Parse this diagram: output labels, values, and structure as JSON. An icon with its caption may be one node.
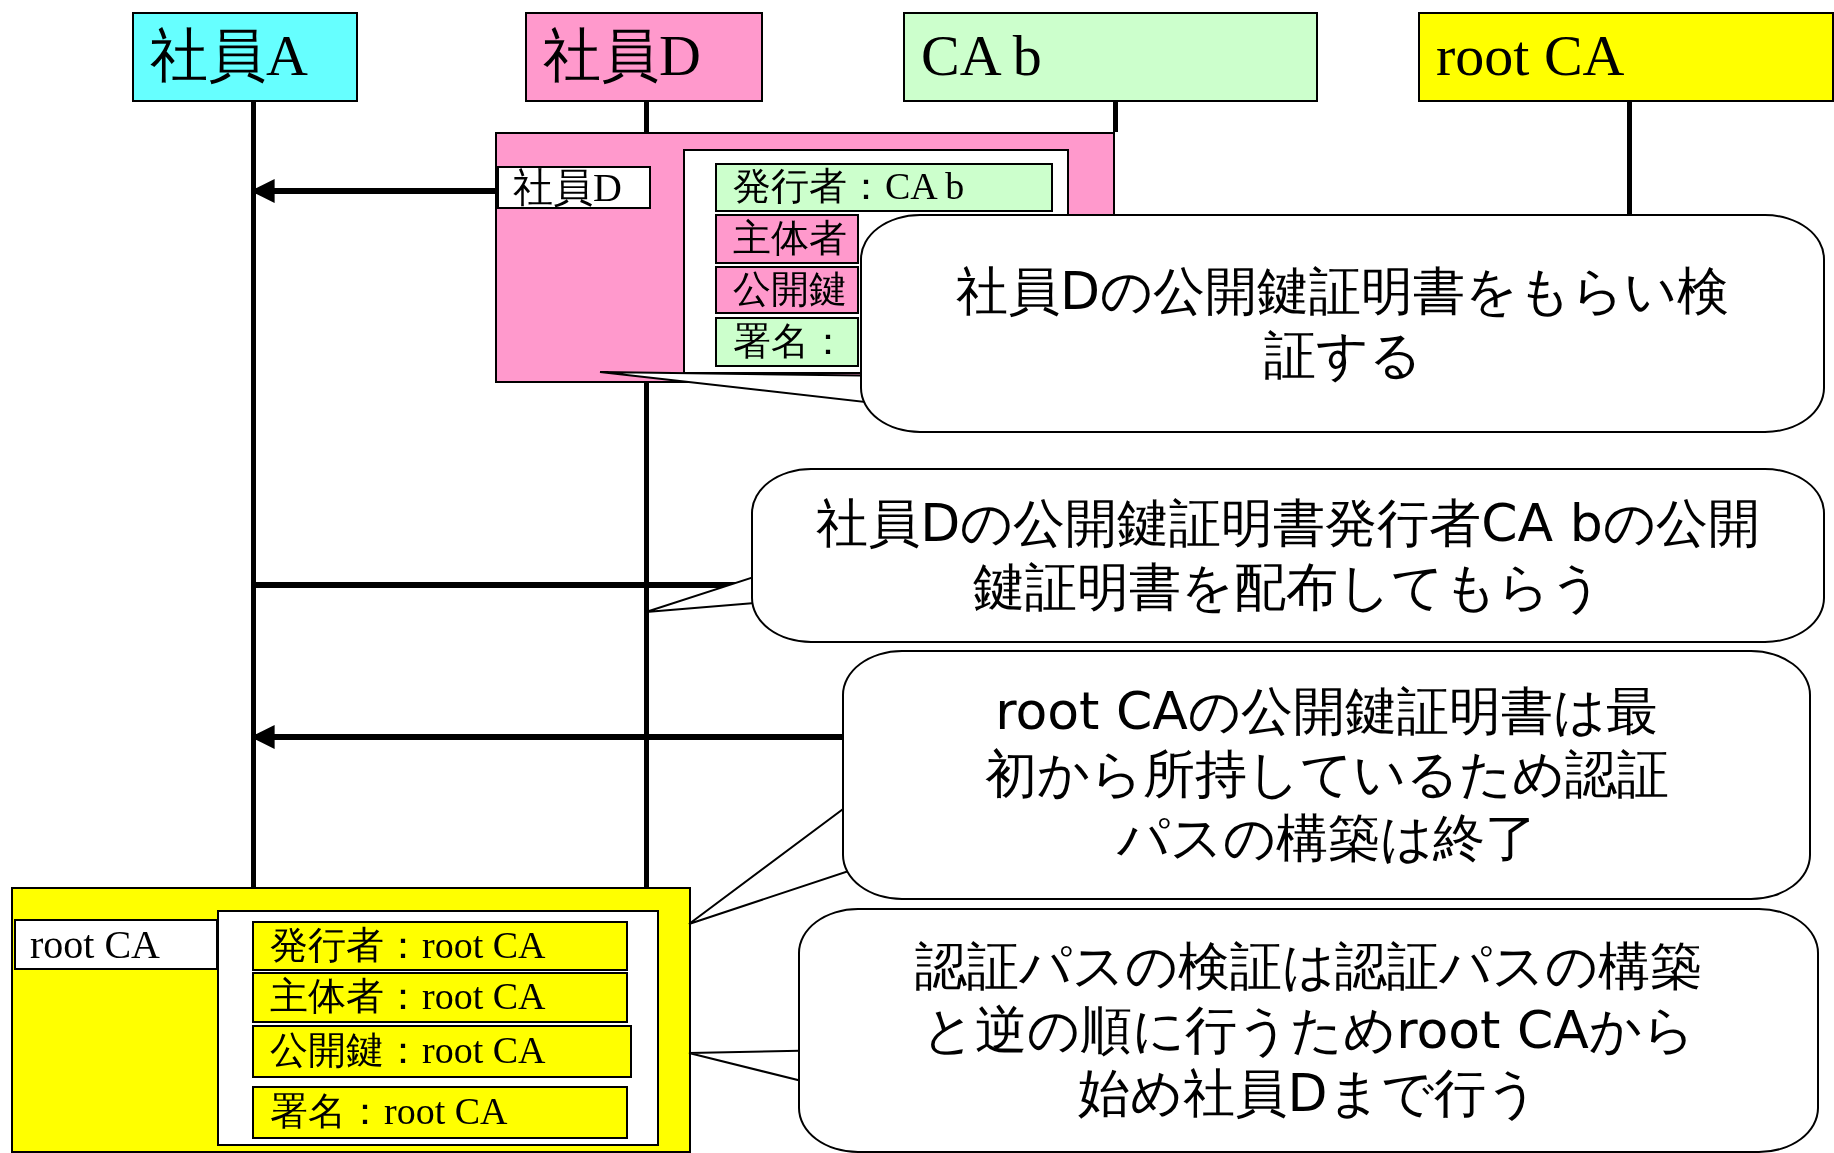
{
  "diagram": {
    "nodes": [
      {
        "text": [
          "社員A"
        ]
      },
      {
        "text": [
          "社員D"
        ]
      },
      {
        "text": [
          "CA b"
        ]
      },
      {
        "text": [
          "root CA"
        ]
      },
      {
        "text": [
          "社員D"
        ]
      },
      {
        "text": [
          "発行者：CA b"
        ],
        "in": 4
      },
      {
        "text": [
          "主体者"
        ],
        "in": 4
      },
      {
        "text": [
          "公開鍵"
        ],
        "in": 4
      },
      {
        "text": [
          "署名："
        ],
        "in": 4
      },
      {
        "text": [
          "root CA"
        ]
      },
      {
        "text": [
          "発行者：root CA"
        ],
        "in": 9
      },
      {
        "text": [
          "主体者：root CA"
        ],
        "in": 9
      },
      {
        "text": [
          "公開鍵：root CA"
        ],
        "in": 9
      },
      {
        "text": [
          "署名：root CA"
        ],
        "in": 9
      },
      {
        "text": [
          "社員Dの公開鍵証明書をもらい検証する"
        ]
      },
      {
        "text": [
          "社員Dの公開鍵証明書発行者CA bの公開鍵証明書を配布してもらう"
        ]
      },
      {
        "text": [
          "root CAの公開鍵証明書は最初から所持しているため認証パスの構築は終了"
        ]
      },
      {
        "text": [
          "認証パスの検証は認証パスの構築と逆の順に行うためroot CAから始め社員Dまで行う"
        ]
      },
      {
        "text": [],
        "shape": "line"
      },
      {
        "text": [],
        "shape": "line"
      },
      {
        "text": [],
        "shape": "line"
      },
      {
        "text": [],
        "shape": "line"
      }
    ],
    "edges": [
      {
        "from": 4,
        "to": 18,
        "arrow": "to"
      },
      {
        "from": 18,
        "to": 15,
        "arrow": "none"
      },
      {
        "from": 16,
        "to": 18,
        "arrow": "to"
      },
      {
        "from": 14,
        "to": 4,
        "arrow": "none"
      },
      {
        "from": 15,
        "to": 19,
        "arrow": "none"
      },
      {
        "from": 16,
        "to": 9,
        "arrow": "none"
      },
      {
        "from": 17,
        "to": 9,
        "arrow": "none"
      }
    ]
  }
}
